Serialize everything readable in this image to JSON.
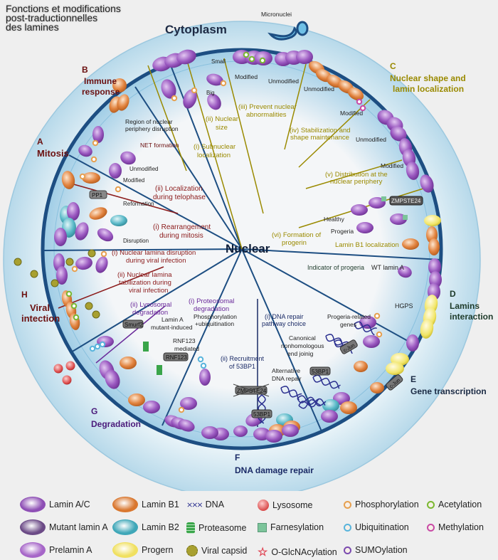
{
  "title": [
    "Fonctions et modifications",
    "post-traductionnelles",
    "des lamines"
  ],
  "regions": {
    "cytoplasm": "Cytoplasm",
    "nuclear": "Nuclear",
    "micronuclei": "Micronuclei"
  },
  "sections": {
    "A": {
      "letter": "A",
      "label": "Mitosis"
    },
    "B": {
      "letter": "B",
      "label": [
        "Immune",
        "response"
      ]
    },
    "C": {
      "letter": "C",
      "label": [
        "Nuclear shape and",
        "lamin localization"
      ]
    },
    "D": {
      "letter": "D",
      "label": [
        "Lamins",
        "interaction"
      ]
    },
    "E": {
      "letter": "E",
      "label": "Gene transcription"
    },
    "F": {
      "letter": "F",
      "label": "DNA damage repair"
    },
    "G": {
      "letter": "G",
      "label": "Degradation"
    },
    "H": {
      "letter": "H",
      "label": [
        "Viral",
        "intection"
      ]
    }
  },
  "annotations": {
    "region_disruption": [
      "Region of nuclear",
      "periphery disruption"
    ],
    "net_formation": "NET formation",
    "unmodified": "Unmodified",
    "modified": "Modified",
    "localization_telophase": [
      "(ii) Localization",
      "during telophase"
    ],
    "pp1": "PP1",
    "reformation": "Reformation",
    "rearrangement": [
      "(i) Rearrangement",
      "during mitosis"
    ],
    "disruption": "Disruption",
    "small": "Small",
    "big": "Big",
    "nuclear_size": [
      "(ii) Nuclear",
      "size"
    ],
    "subnuclear": [
      "(i) Subnuclear",
      "localization"
    ],
    "prevent": [
      "(iii) Prevent nuclear",
      "abnormalities"
    ],
    "stabilization": [
      "(iv) Stabilization and",
      "shape maintenance"
    ],
    "distribution": [
      "(v) Distribution at the",
      "nuclear periphery"
    ],
    "zmpste24": "ZMPSTE24",
    "healthy": "Healthy",
    "progeria": "Progeria",
    "formation_progerin": [
      "(vi) Formation of",
      "progerin"
    ],
    "lamin_b1_loc": "Lamin B1 localization",
    "indicator": "Indicator of progeria",
    "wt_lamin_a": "WT lamin A",
    "hgps": "HGPS",
    "progeria_genes": [
      "Progeria-related",
      "genes"
    ],
    "cjun": "c-Jun",
    "dna_repair_choice": [
      "(i) DNA repair",
      "pathway choice"
    ],
    "canonical": [
      "Canonical",
      "nonhomologous",
      "end joinig"
    ],
    "bp53": "53BP1",
    "alternative": [
      "Alternative",
      "DNA repair"
    ],
    "recruitment": [
      "(ii) Recruitment",
      "of 53BP1"
    ],
    "phospho_ubi": [
      "Phosphorylation",
      "+ubiquitination"
    ],
    "proteosomal": [
      "(i) Proteosomal",
      "degradation"
    ],
    "lysosomal": [
      "(ii) Lysosomal",
      "degradation"
    ],
    "lamin_a_mutant": [
      "Lamin A",
      "mutant-induced"
    ],
    "rnf123_mediated": [
      "RNF123",
      "mediated"
    ],
    "rnf123": "RNF123",
    "smurf2": "Smurf2",
    "viral_disruption": [
      "(i) Nuclear lamina disruption",
      "during viral infection"
    ],
    "viral_stabilization": [
      "(ii) Nuclear lamina",
      "tabilization during",
      "viral infection"
    ]
  },
  "legend": [
    {
      "label": "Lamin A/C",
      "icon": "ellipse",
      "color": "#8e4fb5"
    },
    {
      "label": "Lamin B1",
      "icon": "ellipse",
      "color": "#d9772f"
    },
    {
      "label": "DNA",
      "icon": "dna-helix",
      "color": "#2a2f8f"
    },
    {
      "label": "Lysosome",
      "icon": "circle",
      "color": "#d94a4a"
    },
    {
      "label": "Phosphorylation",
      "icon": "ring",
      "color": "#e6a050"
    },
    {
      "label": "Acetylation",
      "icon": "ring",
      "color": "#7ab832"
    },
    {
      "label": "Mutant lamin A",
      "icon": "ellipse",
      "color": "#6b4a86"
    },
    {
      "label": "Lamin B2",
      "icon": "ellipse",
      "color": "#3fa7b8"
    },
    {
      "label": "Proteasome",
      "icon": "proteasome",
      "color": "#3aa54a"
    },
    {
      "label": "Farnesylation",
      "icon": "square",
      "color": "#7cc49a"
    },
    {
      "label": "Ubiquitination",
      "icon": "ring",
      "color": "#58b4dc"
    },
    {
      "label": "Methylation",
      "icon": "ring",
      "color": "#c84aa6"
    },
    {
      "label": "Prelamin A",
      "icon": "ellipse",
      "color": "#a666c8"
    },
    {
      "label": "Progern",
      "icon": "ellipse",
      "color": "#f0e060"
    },
    {
      "label": "Viral capsid",
      "icon": "virus",
      "color": "#a8a030"
    },
    {
      "label": "O-GlcNAcylation",
      "icon": "star",
      "color": "#e04050"
    },
    {
      "label": "SUMOylation",
      "icon": "ring",
      "color": "#7a4ab0"
    }
  ],
  "colors": {
    "section_red": "#8b1a1a",
    "section_olive": "#9a8a00",
    "section_purple": "#5a1f8a",
    "section_dark": "#1d3a2a",
    "membrane": "#1f5a8f"
  }
}
